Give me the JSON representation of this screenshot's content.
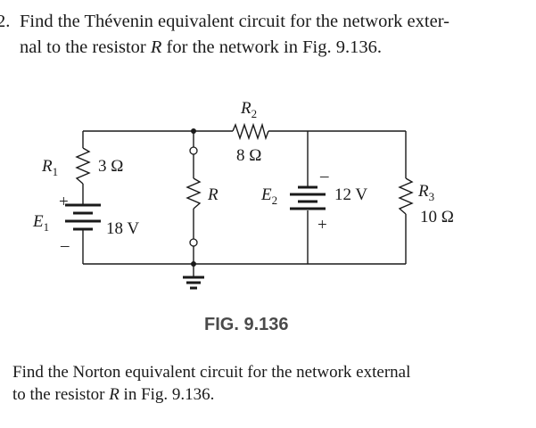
{
  "problem": {
    "number": "2.",
    "line1": "Find the Thévenin equivalent circuit for the network exter-",
    "line2_pre": "nal to the resistor ",
    "line2_var": "R",
    "line2_post": " for the network in Fig. 9.136."
  },
  "circuit": {
    "R1": {
      "name": "R",
      "sub": "1",
      "value": "3 Ω"
    },
    "R2": {
      "name": "R",
      "sub": "2",
      "value": "8 Ω"
    },
    "R3": {
      "name": "R",
      "sub": "3",
      "value": "10 Ω"
    },
    "R": {
      "name": "R"
    },
    "E1": {
      "name": "E",
      "sub": "1",
      "value": "18 V",
      "plus": "+",
      "minus": "–"
    },
    "E2": {
      "name": "E",
      "sub": "2",
      "value": "12 V",
      "plus": "+",
      "minus": "–"
    }
  },
  "figure_caption": "FIG. 9.136",
  "followup": {
    "line1": "Find the Norton equivalent circuit for the network external",
    "line2_pre": "to the resistor ",
    "line2_var": "R",
    "line2_post": " in Fig. 9.136."
  },
  "colors": {
    "ink": "#1a1a1a",
    "caption": "#4a4a4a"
  }
}
